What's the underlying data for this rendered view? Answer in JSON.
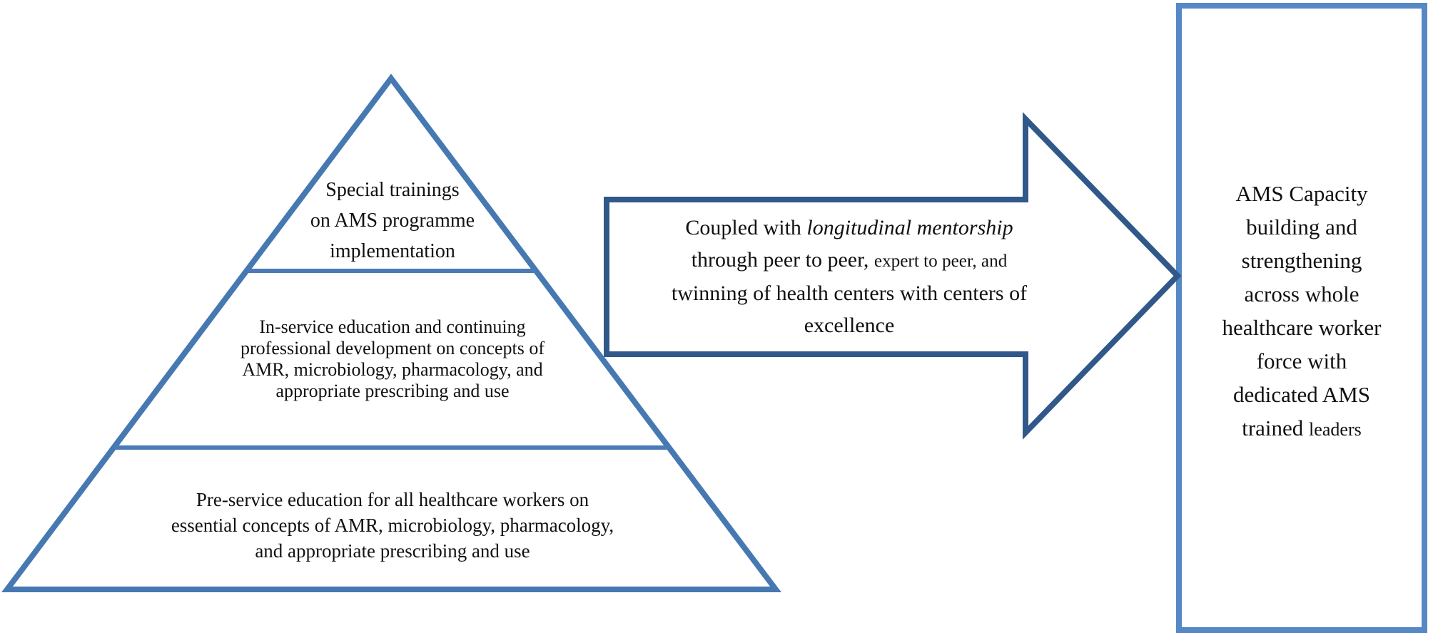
{
  "colors": {
    "triangle_stroke": "#4679b2",
    "divider_stroke": "#4a7ab7",
    "arrow_stroke": "#31588a",
    "rect_stroke": "#5588c4",
    "text": "#111111",
    "background": "#ffffff"
  },
  "pyramid": {
    "tier1": {
      "lines": [
        "Special trainings",
        "on AMS programme",
        "implementation"
      ]
    },
    "tier2": {
      "lines": [
        "In-service education and continuing",
        "professional development on concepts of",
        "AMR, microbiology, pharmacology, and",
        "appropriate prescribing and use"
      ]
    },
    "tier3": {
      "lines": [
        "Pre-service education for all healthcare workers on",
        "essential concepts of AMR, microbiology, pharmacology,",
        "and appropriate prescribing and use"
      ]
    }
  },
  "arrow": {
    "line1_regular": "Coupled with ",
    "line1_italic": "longitudinal mentorship",
    "line2_part1": "through peer to peer, ",
    "line2_part2": "expert to peer, and",
    "line3": "twinning of health centers with centers of",
    "line4": "excellence"
  },
  "result_box": {
    "line1": "AMS Capacity",
    "line2": "building and",
    "line3": "strengthening",
    "line4": "across whole",
    "line5": "healthcare worker",
    "line6": "force with",
    "line7": "dedicated AMS",
    "line8_part1": "trained ",
    "line8_part2": "leaders"
  }
}
